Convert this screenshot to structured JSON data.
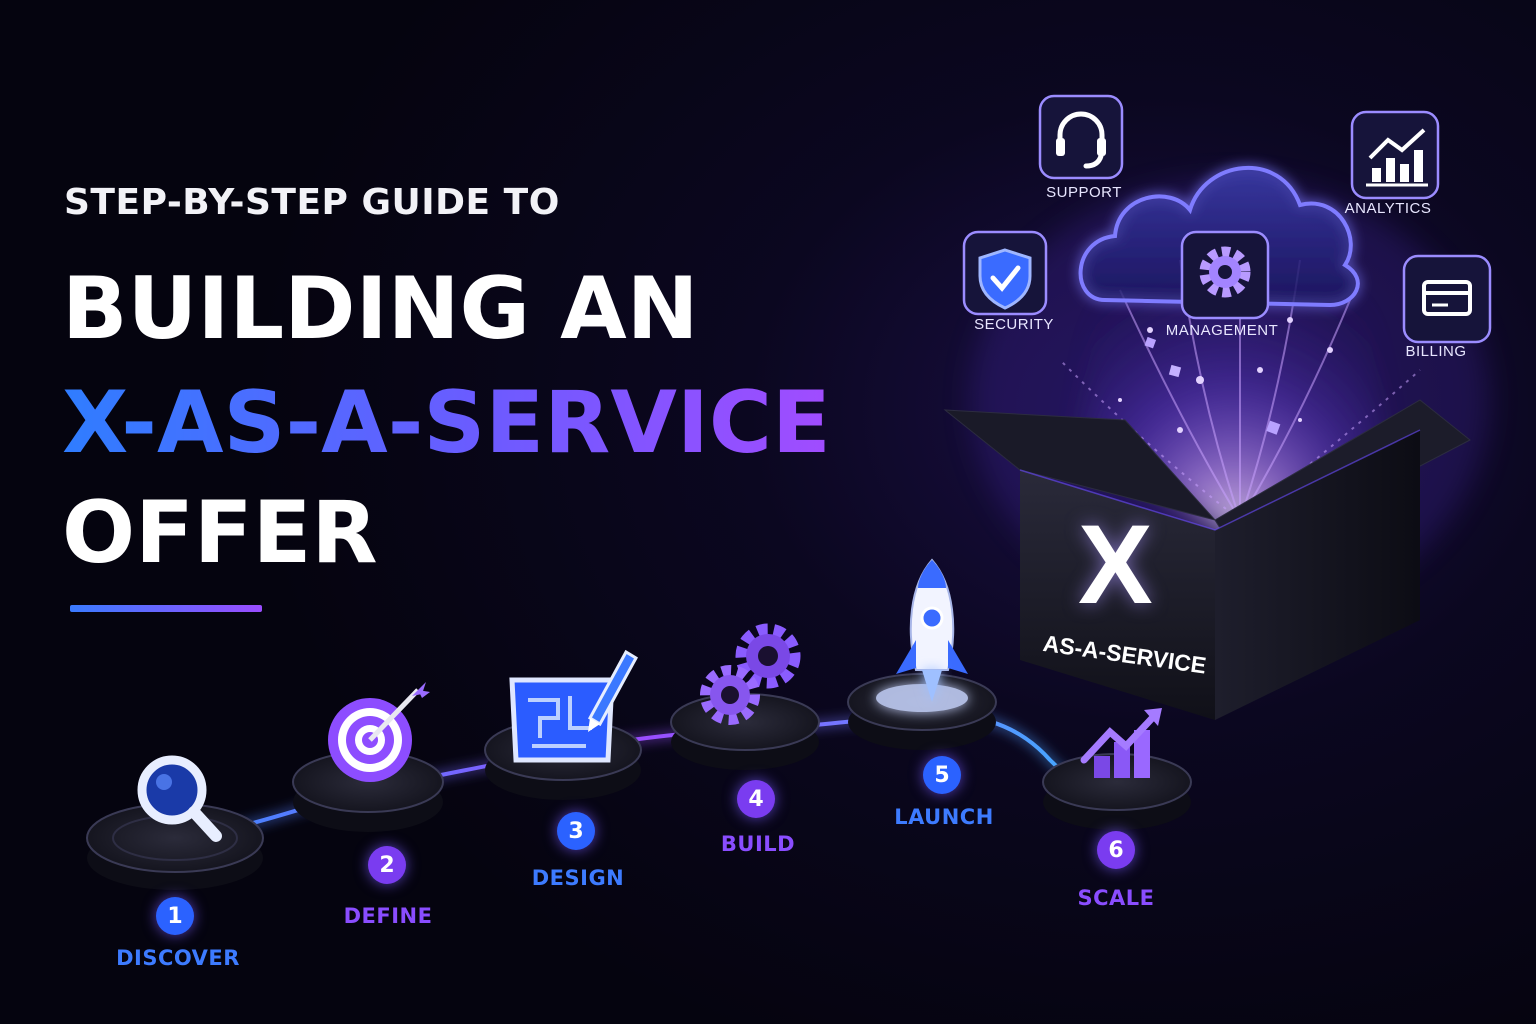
{
  "heading": {
    "kicker": "STEP-BY-STEP GUIDE TO",
    "line1": "BUILDING AN",
    "line2": "X-AS-A-SERVICE",
    "line3": "OFFER"
  },
  "steps": [
    {
      "number": "1",
      "label": "DISCOVER",
      "icon": "magnifier-icon",
      "color": "#3d7bff"
    },
    {
      "number": "2",
      "label": "DEFINE",
      "icon": "target-icon",
      "color": "#8a4dff"
    },
    {
      "number": "3",
      "label": "DESIGN",
      "icon": "blueprint-icon",
      "color": "#3d7bff"
    },
    {
      "number": "4",
      "label": "BUILD",
      "icon": "gears-icon",
      "color": "#8a4dff"
    },
    {
      "number": "5",
      "label": "LAUNCH",
      "icon": "rocket-icon",
      "color": "#3d7bff"
    },
    {
      "number": "6",
      "label": "SCALE",
      "icon": "growth-chart-icon",
      "color": "#8a4dff"
    }
  ],
  "services": [
    {
      "label": "SUPPORT",
      "icon": "headset-icon"
    },
    {
      "label": "ANALYTICS",
      "icon": "analytics-icon"
    },
    {
      "label": "SECURITY",
      "icon": "shield-check-icon"
    },
    {
      "label": "MANAGEMENT",
      "icon": "gear-icon"
    },
    {
      "label": "BILLING",
      "icon": "card-icon"
    }
  ],
  "box": {
    "letter": "X",
    "caption": "AS-A-SERVICE"
  }
}
